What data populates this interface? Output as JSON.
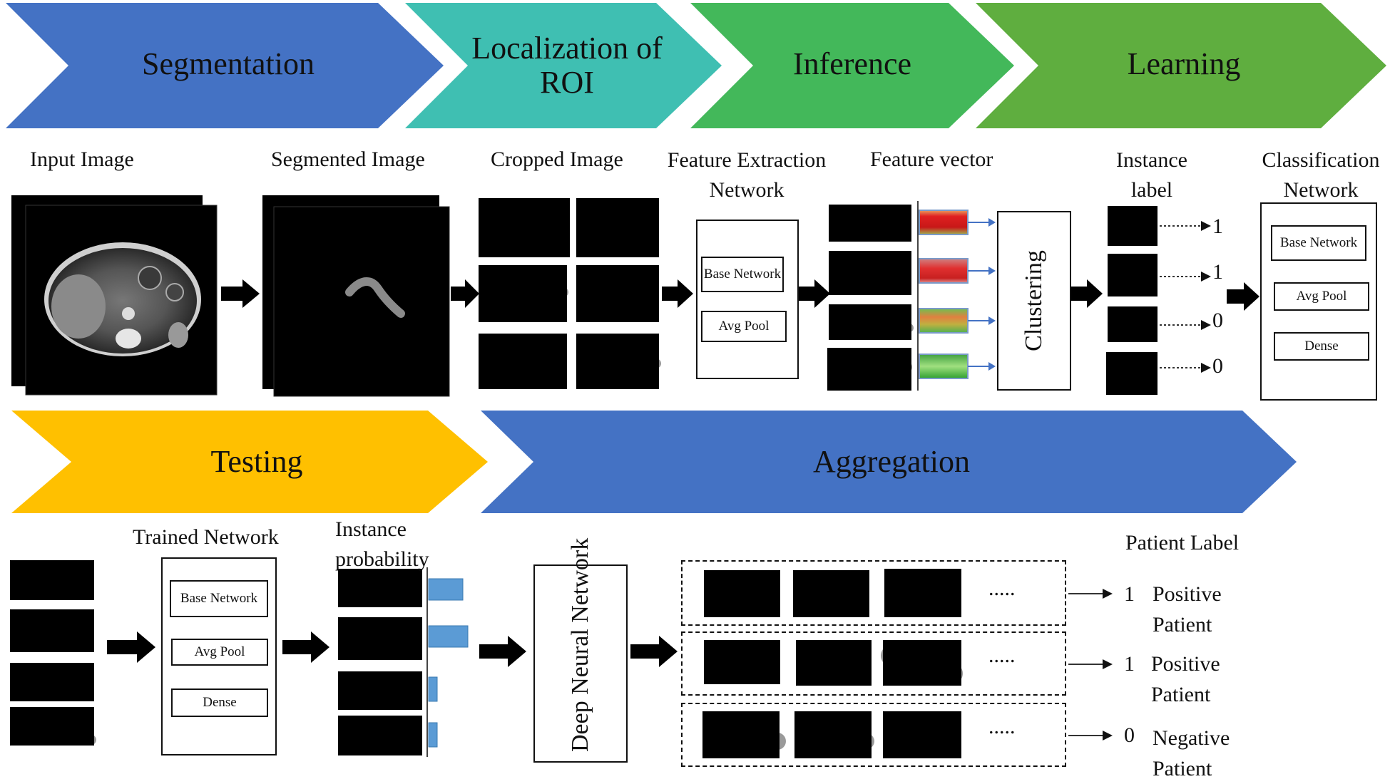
{
  "stages": {
    "segmentation": "Segmentation",
    "localization": "Localization of ROI",
    "inference": "Inference",
    "learning": "Learning",
    "testing": "Testing",
    "aggregation": "Aggregation"
  },
  "colors": {
    "segmentation": "#4472c4",
    "localization": "#3fbfb2",
    "inference": "#43b85a",
    "learning": "#5fae3f",
    "testing": "#ffc000",
    "aggregation": "#4472c4",
    "bar": "#5b9bd5"
  },
  "labels": {
    "input_image": "Input Image",
    "segmented_image": "Segmented Image",
    "cropped_image": "Cropped Image",
    "feature_extraction": "Feature Extraction Network",
    "feature_vector": "Feature vector",
    "instance_label": "Instance label",
    "classification": "Classification Network",
    "trained_network": "Trained Network",
    "instance_probability": "Instance probability",
    "patient_label": "Patient Label"
  },
  "blocks": {
    "base_network": "Base Network",
    "avg_pool": "Avg Pool",
    "dense": "Dense",
    "clustering": "Clustering",
    "deep_neural_network": "Deep Neural Network",
    "ellipsis": "....."
  },
  "instance_labels": [
    "1",
    "1",
    "0",
    "0"
  ],
  "patients": [
    {
      "label": "1",
      "text": "Positive Patient"
    },
    {
      "label": "1",
      "text": "Positive Patient"
    },
    {
      "label": "0",
      "text": "Negative Patient"
    }
  ]
}
